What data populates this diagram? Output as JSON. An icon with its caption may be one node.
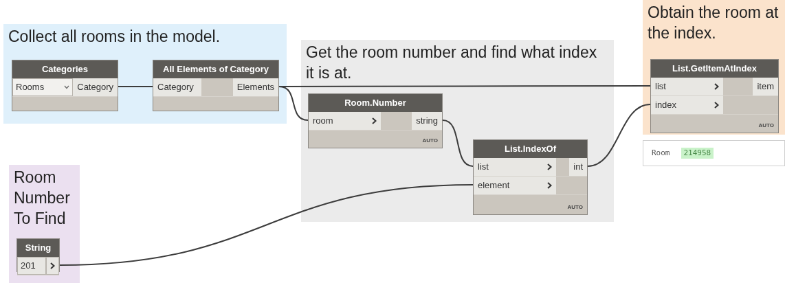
{
  "diagram": {
    "nodes": [
      {
        "text": [
          "Collect all rooms in the model."
        ]
      },
      {
        "text": [
          "Categories",
          "Rooms",
          "Category"
        ],
        "in": 0
      },
      {
        "text": [
          "All Elements of Category",
          "Category",
          "Elements"
        ],
        "in": 0
      },
      {
        "text": [
          "Get the room number and find what index it is at."
        ]
      },
      {
        "text": [
          "Room.Number",
          "room",
          "string",
          "AUTO"
        ],
        "in": 3
      },
      {
        "text": [
          "List.IndexOf",
          "list",
          "element",
          "int",
          "AUTO"
        ],
        "in": 3
      },
      {
        "text": [
          "Obtain the room at the index."
        ]
      },
      {
        "text": [
          "List.GetItemAtIndex",
          "list",
          "index",
          "item",
          "AUTO"
        ],
        "in": 6,
        "beside": [
          "Room",
          "214958"
        ]
      },
      {
        "text": [
          "Room Number To Find"
        ]
      },
      {
        "text": [
          "String",
          "201"
        ],
        "in": 8
      }
    ],
    "edges": [
      {
        "from": 1,
        "to": 2,
        "arrow": "none"
      },
      {
        "from": 2,
        "to": 4,
        "arrow": "none"
      },
      {
        "from": 2,
        "to": 7,
        "arrow": "none"
      },
      {
        "from": 4,
        "to": 5,
        "arrow": "none"
      },
      {
        "from": 5,
        "to": 7,
        "arrow": "none"
      },
      {
        "from": 9,
        "to": 5,
        "arrow": "none"
      }
    ]
  }
}
